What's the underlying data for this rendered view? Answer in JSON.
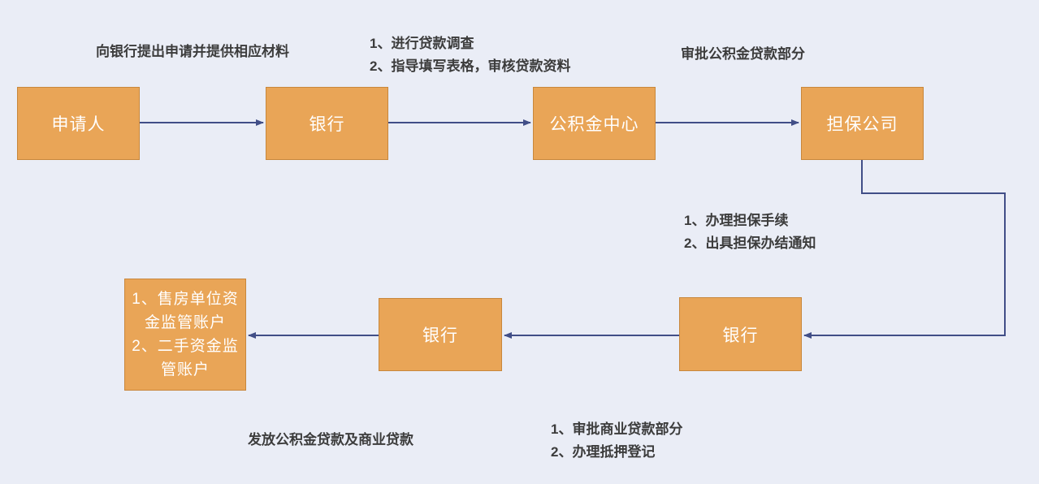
{
  "colors": {
    "bg": "#EAEDF6",
    "box-fill": "#E9A557",
    "box-border": "#C8873C",
    "line-color": "#414E87",
    "label-color": "#3C3C3C",
    "box-text": "#FFFFFF"
  },
  "nodes": {
    "applicant": {
      "label": "申请人"
    },
    "bank_top": {
      "label": "银行"
    },
    "fund_center": {
      "label": "公积金中心"
    },
    "guarantee_company": {
      "label": "担保公司"
    },
    "bank_right": {
      "label": "银行"
    },
    "bank_mid": {
      "label": "银行"
    },
    "accounts": {
      "line1": "1、售房单位资金监管账户",
      "line2": "2、二手资金监管账户"
    }
  },
  "annotations": {
    "apply": {
      "text": "向银行提出申请并提供相应材料"
    },
    "survey": {
      "line1": "1、进行贷款调查",
      "line2": "2、指导填写表格，审核贷款资料"
    },
    "fund_part": {
      "text": "审批公积金贷款部分"
    },
    "guarantee": {
      "line1": "1、办理担保手续",
      "line2": "2、出具担保办结通知"
    },
    "commercial": {
      "line1": "1、审批商业贷款部分",
      "line2": "2、办理抵押登记"
    },
    "disburse": {
      "text": "发放公积金贷款及商业贷款"
    }
  }
}
